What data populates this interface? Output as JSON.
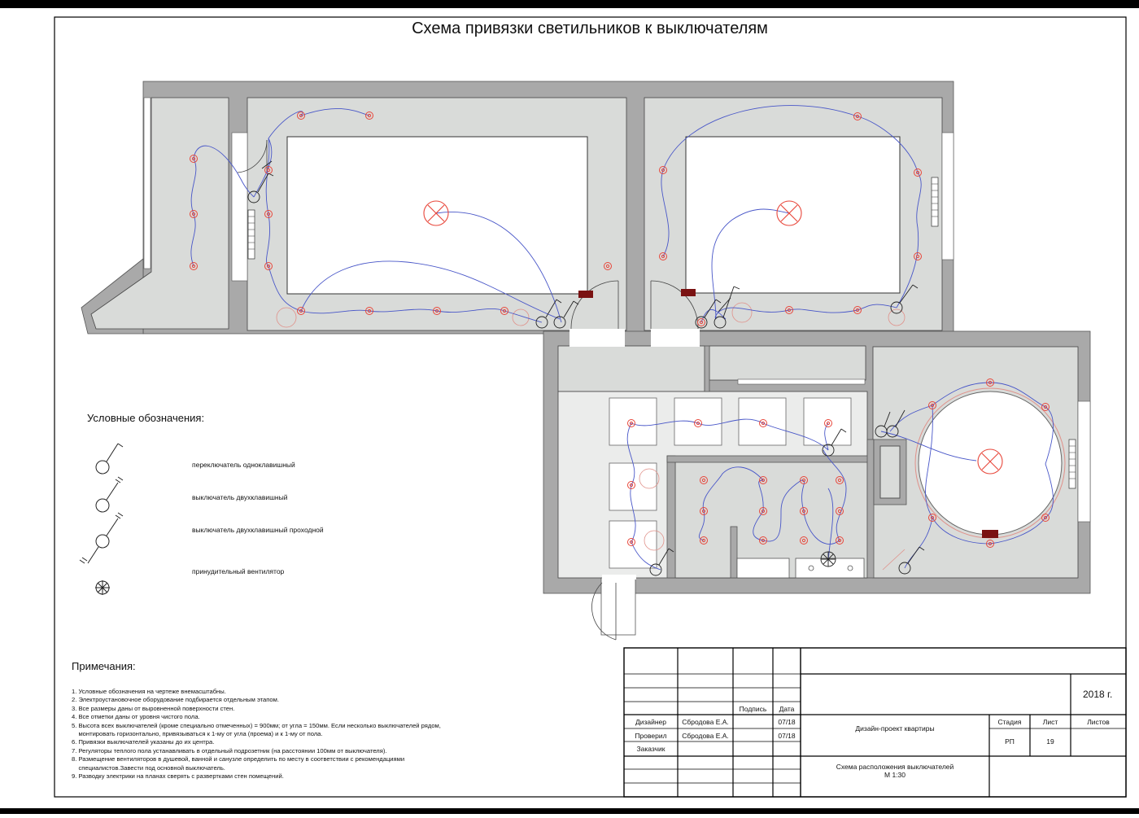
{
  "title": "Схема привязки светильников к выключателям",
  "legend": {
    "title": "Условные обозначения:",
    "items": [
      {
        "icon": "single-switch-icon",
        "label": "переключатель одноклавишный"
      },
      {
        "icon": "double-switch-icon",
        "label": "выключатель двухклавишный"
      },
      {
        "icon": "double-pass-switch-icon",
        "label": "выключатель двухклавишный проходной"
      },
      {
        "icon": "fan-icon",
        "label": "принудительный вентилятор"
      }
    ]
  },
  "notes": {
    "title": "Примечания:",
    "items": [
      "1. Условные обозначения на чертеже внемасштабны.",
      "2. Электроустановочное оборудование подбирается отдельным этапом.",
      "3. Все размеры даны от выровненной поверхности стен.",
      "4. Все отметки даны от уровня чистого пола.",
      "5. Высота всех выключателей (кроме специально отмеченных) = 900мм; от угла = 150мм. Если несколько выключателей рядом,\n    монтировать горизонтально, привязываться к 1-му от угла (проема) и к 1-му от пола.",
      "6. Привязки выключателей указаны до их центра.",
      "7. Регуляторы теплого пола устанавливать в отдельный подрозетник (на расстоянии 100мм от выключателя).",
      "8. Размещение вентиляторов в душевой, ванной и санузле определить по месту в соответствии с рекомендациями\n    специалистов.Завести под основной выключатель.",
      "9. Разводку электрики на планах сверять с развертками стен помещений."
    ]
  },
  "stamp": {
    "year": "2018 г.",
    "col_headers": {
      "sign": "Подпись",
      "date": "Дата"
    },
    "rows": [
      {
        "role": "Дизайнер",
        "name": "Сбродова Е.А.",
        "date": "07/18"
      },
      {
        "role": "Проверил",
        "name": "Сбродова Е.А.",
        "date": "07/18"
      },
      {
        "role": "Заказчик",
        "name": "",
        "date": ""
      }
    ],
    "project": "Дизайн-проект квартиры",
    "stage_header": "Стадия",
    "sheet_header": "Лист",
    "sheets_header": "Листов",
    "stage": "РП",
    "sheet": "19",
    "sheets": "",
    "drawing_name": "Схема расположения выключателей",
    "scale": "М 1:30"
  },
  "colors": {
    "wall": "#a9a9a9",
    "floor": "#d9dbd9",
    "light": "#e8463a",
    "wire": "#4856c8",
    "heater": "#7a1212"
  }
}
